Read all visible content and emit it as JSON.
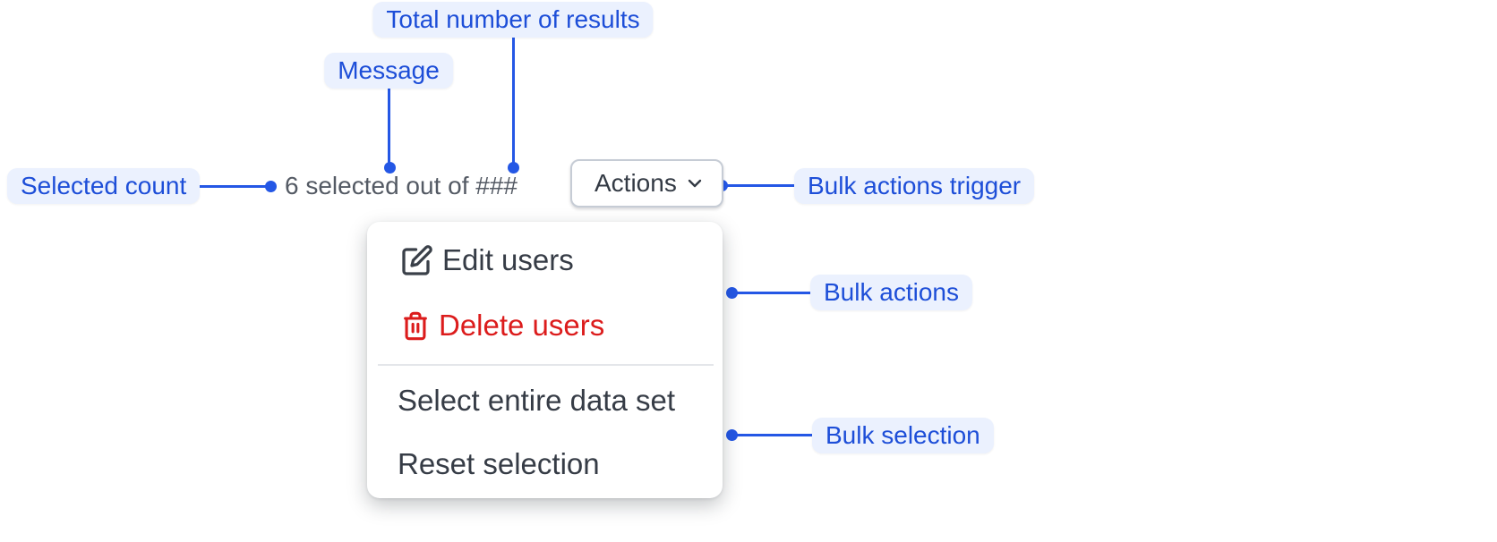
{
  "colors": {
    "page_bg": "#ffffff",
    "annotation_bg": "#ebf1fe",
    "annotation_text": "#1d4ed8",
    "connector": "#2457e5",
    "message_text": "#545a64",
    "button_text": "#333a44",
    "button_border": "#c6ccd5",
    "menu_text": "#363c46",
    "danger": "#dc1c1c",
    "divider": "#e4e6ea"
  },
  "annotations": {
    "total_results": "Total number of results",
    "message": "Message",
    "selected_count": "Selected count",
    "bulk_actions_trigger": "Bulk actions trigger",
    "bulk_actions": "Bulk actions",
    "bulk_selection": "Bulk selection"
  },
  "toolbar": {
    "selection_message": "6 selected out of ###",
    "actions_button_label": "Actions"
  },
  "menu": {
    "items": [
      {
        "label": "Edit users",
        "icon": "edit-icon",
        "variant": "default"
      },
      {
        "label": "Delete users",
        "icon": "trash-icon",
        "variant": "danger"
      },
      {
        "label": "Select entire data set",
        "icon": null,
        "variant": "default"
      },
      {
        "label": "Reset selection",
        "icon": null,
        "variant": "default"
      }
    ]
  }
}
